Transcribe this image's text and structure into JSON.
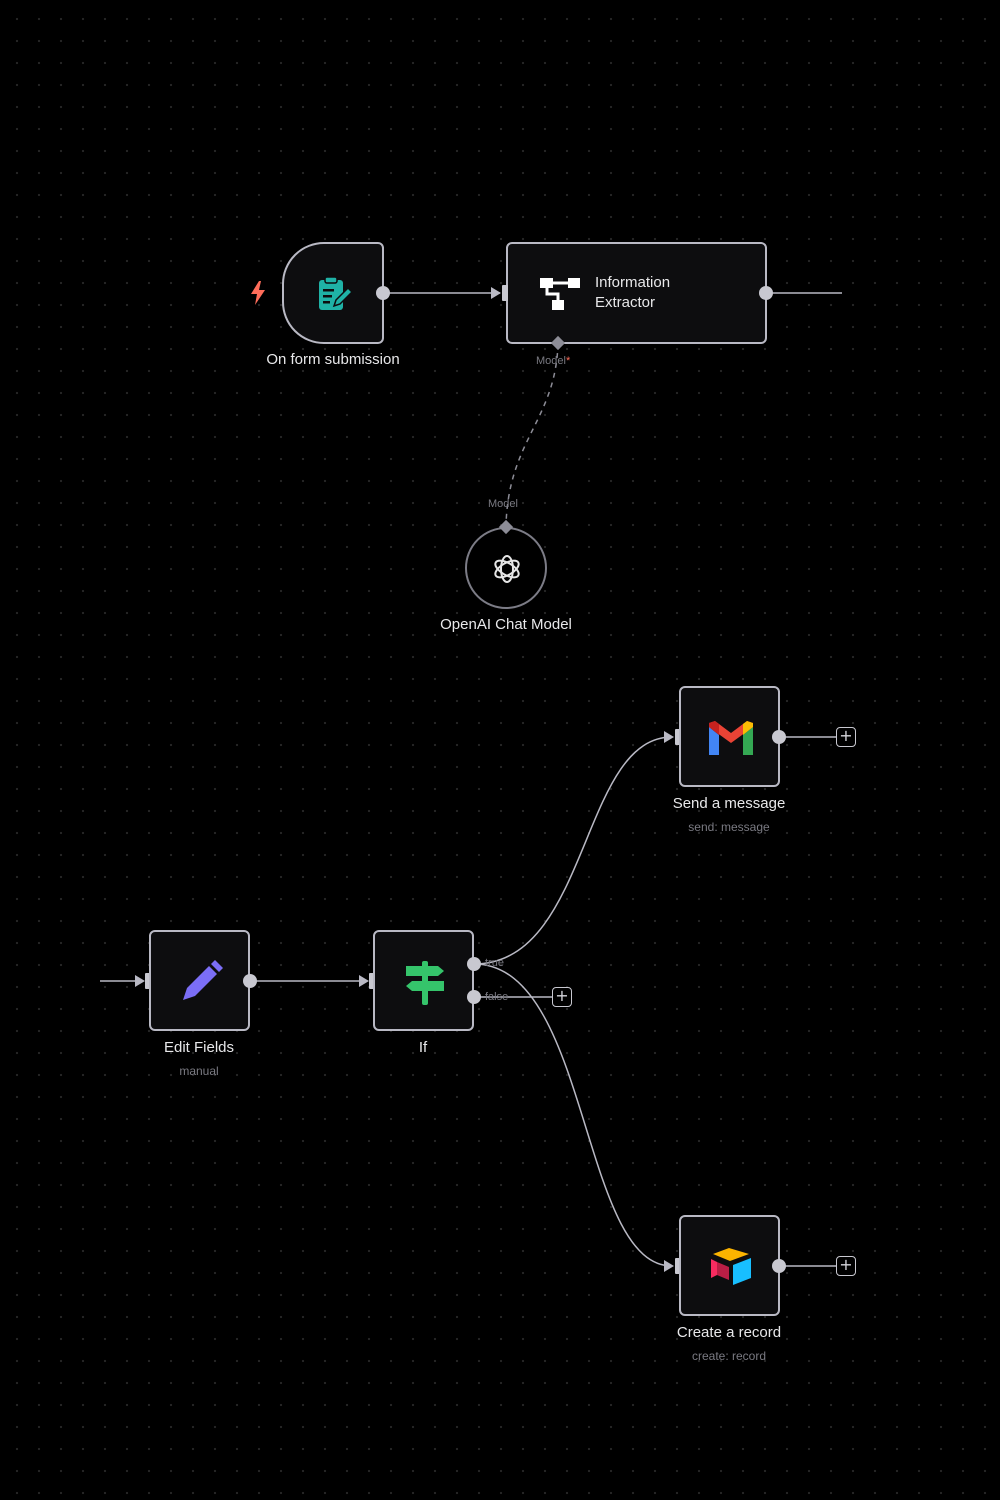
{
  "nodes": {
    "form_trigger": {
      "label": "On form submission",
      "icon": "form-edit-icon"
    },
    "info_extractor": {
      "title_line1": "Information",
      "title_line2": "Extractor",
      "icon": "hierarchy-icon"
    },
    "openai_model": {
      "label": "OpenAI Chat Model",
      "icon": "openai-icon"
    },
    "edit_fields": {
      "label": "Edit Fields",
      "subtitle": "manual",
      "icon": "pencil-icon"
    },
    "if_node": {
      "label": "If",
      "icon": "signpost-icon"
    },
    "send_message": {
      "label": "Send a message",
      "subtitle": "send: message",
      "icon": "gmail-icon"
    },
    "create_record": {
      "label": "Create a record",
      "subtitle": "create: record",
      "icon": "airtable-icon"
    }
  },
  "ports": {
    "model_out": "Model",
    "model_in": "Model",
    "if_true": "true",
    "if_false": "false"
  },
  "colors": {
    "background": "#000000",
    "node_border": "#b9b9c4",
    "trigger_bolt": "#ff6d5a",
    "form_icon": "#1fb2a6",
    "pencil_icon": "#7b6ef6",
    "signpost_icon": "#35c46b",
    "wire": "#b9b9c4"
  },
  "controls": {
    "add_label": "+"
  }
}
